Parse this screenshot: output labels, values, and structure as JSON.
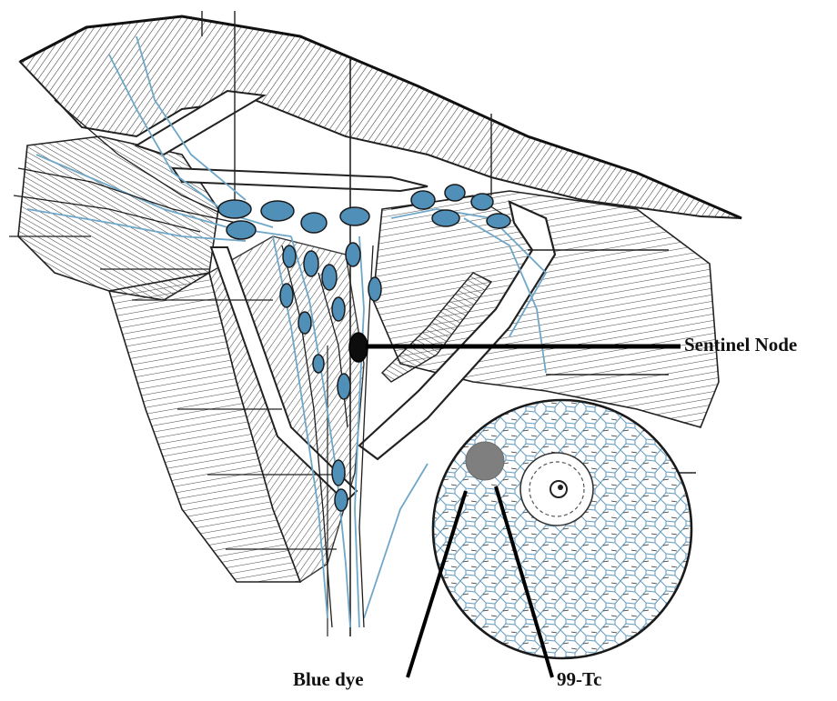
{
  "labels": {
    "sentinel_node": "Sentinel Node",
    "blue_dye": "Blue dye",
    "tc": "99-Tc"
  },
  "colors": {
    "ink": "#1a1a1a",
    "lymph_node": "#4f8fb8",
    "lymph_vessel": "#6fa7c8",
    "sentinel_node": "#0d0d0d",
    "injection_site": "#7f7f7f",
    "background": "#ffffff"
  }
}
